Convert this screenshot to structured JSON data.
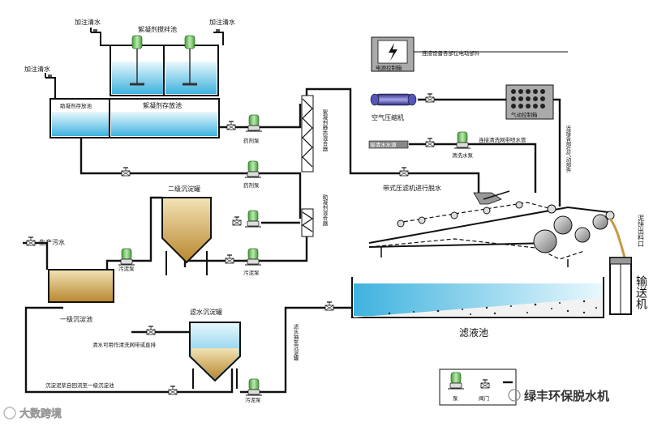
{
  "labels": {
    "add_water_1": "加注清水",
    "add_water_2": "加注清水",
    "add_water_3": "加注清水",
    "floc_mix_tank": "絮凝剂搅拌池",
    "floc_store_tank": "絮凝剂存放池",
    "aid_store_tank": "助凝剂存放池",
    "dose_pump_1": "药剂泵",
    "dose_pump_2": "药剂泵",
    "static_mixer": "絮凝剂静态混合器",
    "aid_mixer": "助凝剂混合器",
    "elec_box": "电源控制箱",
    "elec_conn": "连接设备各部位电动部件",
    "air_comp": "空气压缩机",
    "pneu_box": "气动控制箱",
    "pneu_conn": "连接各部位气动部件",
    "clean_pump": "清洗水泵",
    "clean_conn": "连接清洗网带喷水管",
    "clean_src": "接清水水源",
    "belt_press": "带式压滤机进行脱水",
    "sec_tank": "二级沉淀罐",
    "raw_water": "生产污水",
    "sludge_pump_1": "污泥泵",
    "sludge_pump_2": "污泥泵",
    "sludge_pump_3": "污泥泵",
    "pri_tank": "一级沉淀池",
    "cake_outlet": "泥饼出料口",
    "conveyor": "输送机",
    "filtrate_pool": "滤液池",
    "filt_tank": "滤水沉淀罐",
    "filt_to_tank": "滤水抽至沉淀罐",
    "clear_reuse": "清水可用作清洗网带或直排",
    "sludge_return": "沉淀泥浆自回流至一级沉淀池",
    "legend_pump": "泵",
    "legend_valve": "阀门",
    "brand": "绿丰环保脱水机",
    "watermark": "大数跨境"
  },
  "colors": {
    "water": "#5ec3e8",
    "water_light": "#d6f1fb",
    "sludge": "#c49a45",
    "sludge_light": "#e8cf92",
    "pump_green": "#8bd27a",
    "equip_gray": "#9a9a9a"
  }
}
